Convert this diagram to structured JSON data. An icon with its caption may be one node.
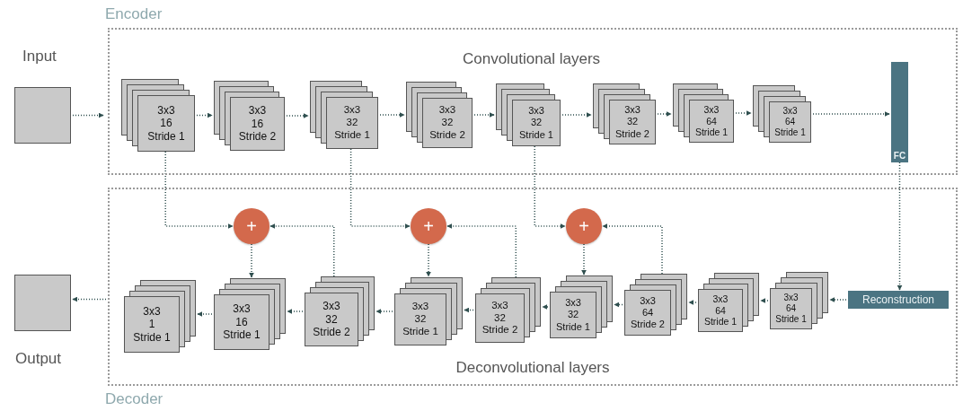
{
  "diagram": {
    "nodes": [
      {
        "text": [
          "Encoder",
          "Convolutional layers"
        ]
      },
      {
        "text": [
          "Deconvolutional layers",
          "Decoder"
        ]
      },
      {
        "text": [],
        "shape": "box",
        "beside": [
          "Input"
        ]
      },
      {
        "text": [
          "3x3",
          "16",
          "Stride 1"
        ],
        "in": 0
      },
      {
        "text": [
          "3x3",
          "16",
          "Stride 2"
        ],
        "in": 0
      },
      {
        "text": [
          "3x3",
          "32",
          "Stride 1"
        ],
        "in": 0
      },
      {
        "text": [
          "3x3",
          "32",
          "Stride 2"
        ],
        "in": 0
      },
      {
        "text": [
          "3x3",
          "32",
          "Stride 1"
        ],
        "in": 0
      },
      {
        "text": [
          "3x3",
          "32",
          "Stride 2"
        ],
        "in": 0
      },
      {
        "text": [
          "3x3",
          "64",
          "Stride 1"
        ],
        "in": 0
      },
      {
        "text": [
          "3x3",
          "64",
          "Stride 1"
        ],
        "in": 0
      },
      {
        "text": [
          "FC"
        ],
        "in": 0
      },
      {
        "text": [
          "+"
        ],
        "in": 1
      },
      {
        "text": [
          "+"
        ],
        "in": 1
      },
      {
        "text": [
          "+"
        ],
        "in": 1
      },
      {
        "text": [
          "3x3",
          "1",
          "Stride 1"
        ],
        "in": 1
      },
      {
        "text": [
          "3x3",
          "16",
          "Stride 1"
        ],
        "in": 1
      },
      {
        "text": [
          "3x3",
          "32",
          "Stride 2"
        ],
        "in": 1
      },
      {
        "text": [
          "3x3",
          "32",
          "Stride 1"
        ],
        "in": 1
      },
      {
        "text": [
          "3x3",
          "32",
          "Stride 2"
        ],
        "in": 1
      },
      {
        "text": [
          "3x3",
          "32",
          "Stride 1"
        ],
        "in": 1
      },
      {
        "text": [
          "3x3",
          "64",
          "Stride 2"
        ],
        "in": 1
      },
      {
        "text": [
          "3x3",
          "64",
          "Stride 1"
        ],
        "in": 1
      },
      {
        "text": [
          "3x3",
          "64",
          "Stride 1"
        ],
        "in": 1
      },
      {
        "text": [
          "Reconstruction"
        ],
        "in": 1
      },
      {
        "text": [],
        "shape": "box",
        "beside": [
          "Output"
        ]
      }
    ],
    "edges": [
      {
        "from": 2,
        "to": 0,
        "arrow": "to"
      },
      {
        "from": 3,
        "to": 4,
        "arrow": "to"
      },
      {
        "from": 4,
        "to": 5,
        "arrow": "to"
      },
      {
        "from": 5,
        "to": 6,
        "arrow": "to"
      },
      {
        "from": 6,
        "to": 7,
        "arrow": "to"
      },
      {
        "from": 7,
        "to": 8,
        "arrow": "to"
      },
      {
        "from": 8,
        "to": 9,
        "arrow": "to"
      },
      {
        "from": 9,
        "to": 10,
        "arrow": "to"
      },
      {
        "from": 10,
        "to": 11,
        "arrow": "to"
      },
      {
        "from": 11,
        "to": 24,
        "arrow": "to"
      },
      {
        "from": 24,
        "to": 23,
        "arrow": "to"
      },
      {
        "from": 23,
        "to": 22,
        "arrow": "to"
      },
      {
        "from": 22,
        "to": 21,
        "arrow": "to"
      },
      {
        "from": 21,
        "to": 20,
        "arrow": "to"
      },
      {
        "from": 20,
        "to": 19,
        "arrow": "to"
      },
      {
        "from": 19,
        "to": 18,
        "arrow": "to"
      },
      {
        "from": 18,
        "to": 17,
        "arrow": "to"
      },
      {
        "from": 17,
        "to": 16,
        "arrow": "to"
      },
      {
        "from": 16,
        "to": 15,
        "arrow": "to"
      },
      {
        "from": 1,
        "to": 25,
        "arrow": "to"
      },
      {
        "from": 3,
        "to": 12,
        "arrow": "to"
      },
      {
        "from": 17,
        "to": 12,
        "arrow": "to"
      },
      {
        "from": 12,
        "to": 16,
        "arrow": "to"
      },
      {
        "from": 5,
        "to": 13,
        "arrow": "to"
      },
      {
        "from": 19,
        "to": 13,
        "arrow": "to"
      },
      {
        "from": 13,
        "to": 18,
        "arrow": "to"
      },
      {
        "from": 7,
        "to": 14,
        "arrow": "to"
      },
      {
        "from": 21,
        "to": 14,
        "arrow": "to"
      },
      {
        "from": 14,
        "to": 20,
        "arrow": "to"
      }
    ]
  }
}
